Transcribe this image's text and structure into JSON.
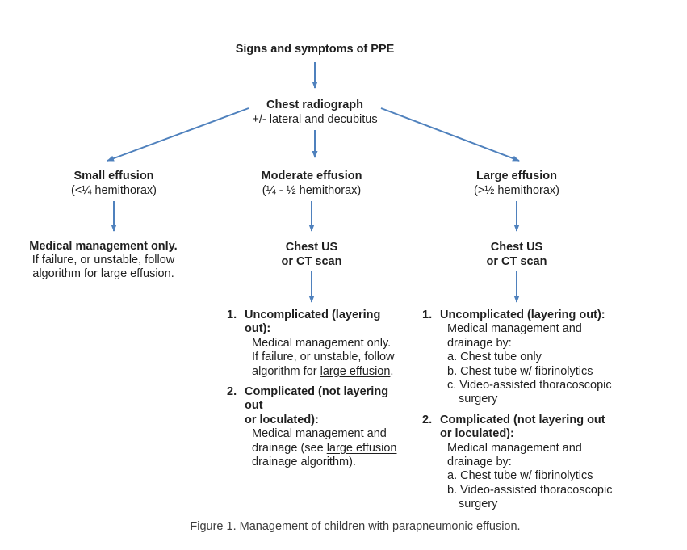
{
  "colors": {
    "arrow": "#4f81bd",
    "text": "#1f1f1f",
    "caption": "#3c3c3c"
  },
  "flowchart": {
    "title": "Signs and symptoms of PPE",
    "radiograph": {
      "line1": "Chest radiograph",
      "line2": "+/- lateral and decubitus"
    },
    "small": {
      "title": "Small effusion",
      "subtitle": "(<¼ hemithorax)",
      "outcome": {
        "line1": "Medical management only.",
        "line2": "If failure, or unstable, follow",
        "line3_pre": "algorithm for ",
        "line3_link": "large effusion",
        "line3_post": "."
      }
    },
    "moderate": {
      "title": "Moderate effusion",
      "subtitle": "(¼ - ½ hemithorax)",
      "imaging": {
        "line1": "Chest US",
        "line2": "or CT scan"
      },
      "item1": {
        "num": "1.",
        "head": "Uncomplicated (layering out):",
        "line1": "Medical management only.",
        "line2": "If failure, or unstable, follow",
        "line3_pre": "algorithm for ",
        "line3_link": "large effusion",
        "line3_post": "."
      },
      "item2": {
        "num": "2.",
        "head1": "Complicated (not layering out",
        "head2": "or loculated):",
        "line1": "Medical management and",
        "line2_pre": "drainage (see ",
        "line2_link": "large effusion",
        "line3": "drainage algorithm)."
      }
    },
    "large": {
      "title": "Large effusion",
      "subtitle": "(>½ hemithorax)",
      "imaging": {
        "line1": "Chest US",
        "line2": "or CT scan"
      },
      "item1": {
        "num": "1.",
        "head": "Uncomplicated (layering out):",
        "line1": "Medical management and",
        "line2": "drainage by:",
        "a": "a. Chest tube only",
        "b": "b. Chest tube w/ fibrinolytics",
        "c": "c. Video-assisted thoracoscopic",
        "c2": "surgery"
      },
      "item2": {
        "num": "2.",
        "head1": "Complicated (not layering out",
        "head2": "or loculated):",
        "line1": "Medical management and",
        "line2": "drainage by:",
        "a": "a. Chest tube w/ fibrinolytics",
        "b": "b. Video-assisted thoracoscopic",
        "b2": "surgery"
      }
    }
  },
  "caption": {
    "text": "Figure 1. Management of children with parapneumonic effusion."
  }
}
